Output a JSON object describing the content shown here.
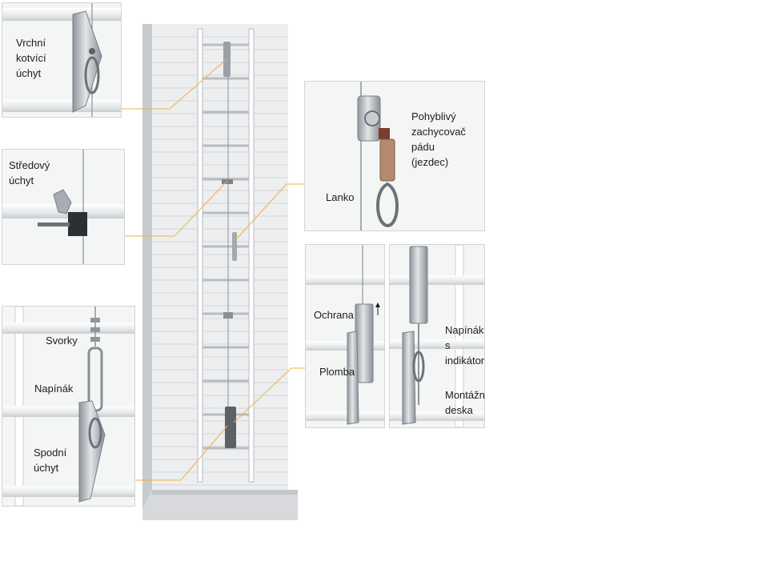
{
  "labels": {
    "top_anchor": "Vrchní\nkotvící\núchyt",
    "middle_bracket": "Středový\núchyt",
    "clamps": "Svorky",
    "tensioner": "Napínák",
    "bottom_anchor": "Spodní\núchyt",
    "fall_arrester": "Pohyblivý\nzachycovač pádu\n(jezdec)",
    "cable": "Lanko",
    "guard": "Ochrana",
    "seal": "Plomba",
    "tensioner_indicator": "Napínák\ns indikátorem",
    "mounting_plate": "Montážní\ndeska"
  },
  "colors": {
    "leader_line": "#f0b040",
    "wall": "#e4e6e8",
    "metal": "#b9bec3",
    "panel_border": "#d2d4d6"
  }
}
